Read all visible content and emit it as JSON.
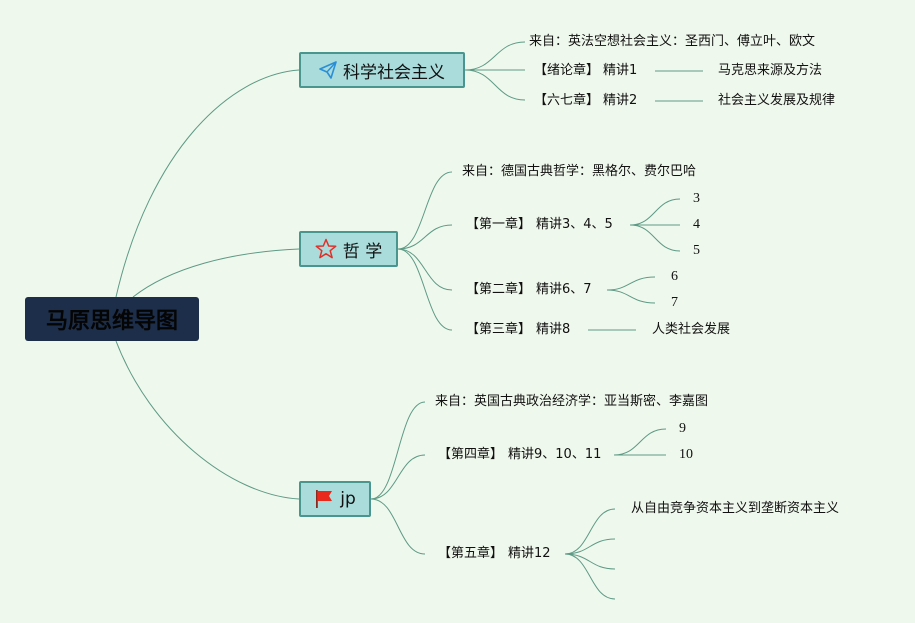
{
  "root": {
    "title": "马原思维导图"
  },
  "branches": [
    {
      "title": "科学社会主义",
      "icon": "paper-plane-icon",
      "children": [
        {
          "text": "来自：英法空想社会主义：圣西门、傅立叶、欧文"
        },
        {
          "chapter": "【绪论章】",
          "lecture": "精讲1",
          "leaf": "马克思来源及方法"
        },
        {
          "chapter": "【六七章】",
          "lecture": "精讲2",
          "leaf": "社会主义发展及规律"
        }
      ]
    },
    {
      "title": "哲 学",
      "icon": "star-icon",
      "children": [
        {
          "text": "来自：德国古典哲学：黑格尔、费尔巴哈"
        },
        {
          "chapter": "【第一章】",
          "lecture": "精讲3、4、5",
          "subs": [
            "3",
            "4",
            "5"
          ]
        },
        {
          "chapter": "【第二章】",
          "lecture": "精讲6、7",
          "subs": [
            "6",
            "7"
          ]
        },
        {
          "chapter": "【第三章】",
          "lecture": "精讲8",
          "leaf": "人类社会发展"
        }
      ]
    },
    {
      "title": "jp",
      "icon": "red-flag-icon",
      "children": [
        {
          "text": "来自：英国古典政治经济学：亚当斯密、李嘉图"
        },
        {
          "chapter": "【第四章】",
          "lecture": "精讲9、10、11",
          "subs": [
            "9",
            "10"
          ]
        },
        {
          "chapter": "【第五章】",
          "lecture": "精讲12",
          "leaf": "从自由竞争资本主义到垄断资本主义"
        }
      ]
    }
  ],
  "colors": {
    "background": "#eff8ec",
    "root_fill": "#1c2e4a",
    "topic_fill": "#a9dcdb",
    "topic_border": "#4a958d",
    "connector": "#5d9a86",
    "star": "#e0302a",
    "flag": "#e8291c",
    "plane": "#2a8fd6"
  }
}
